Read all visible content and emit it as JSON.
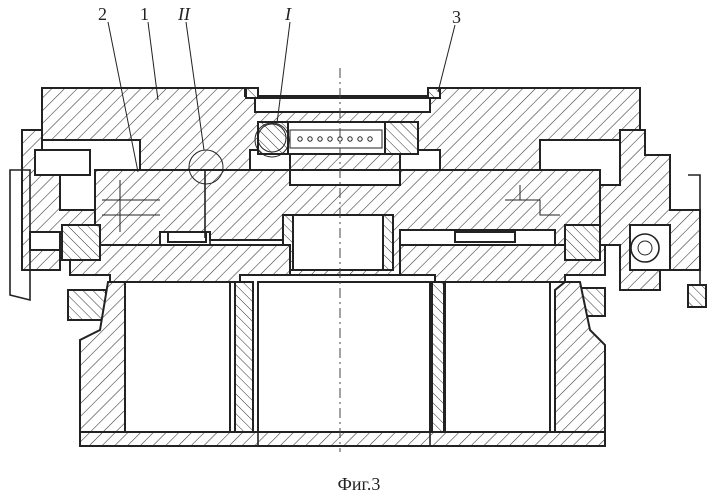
{
  "figure": {
    "caption": "Фиг.3",
    "labels": {
      "part_2": "2",
      "part_1": "1",
      "detail_II": "II",
      "detail_I": "I",
      "part_3": "3"
    }
  }
}
